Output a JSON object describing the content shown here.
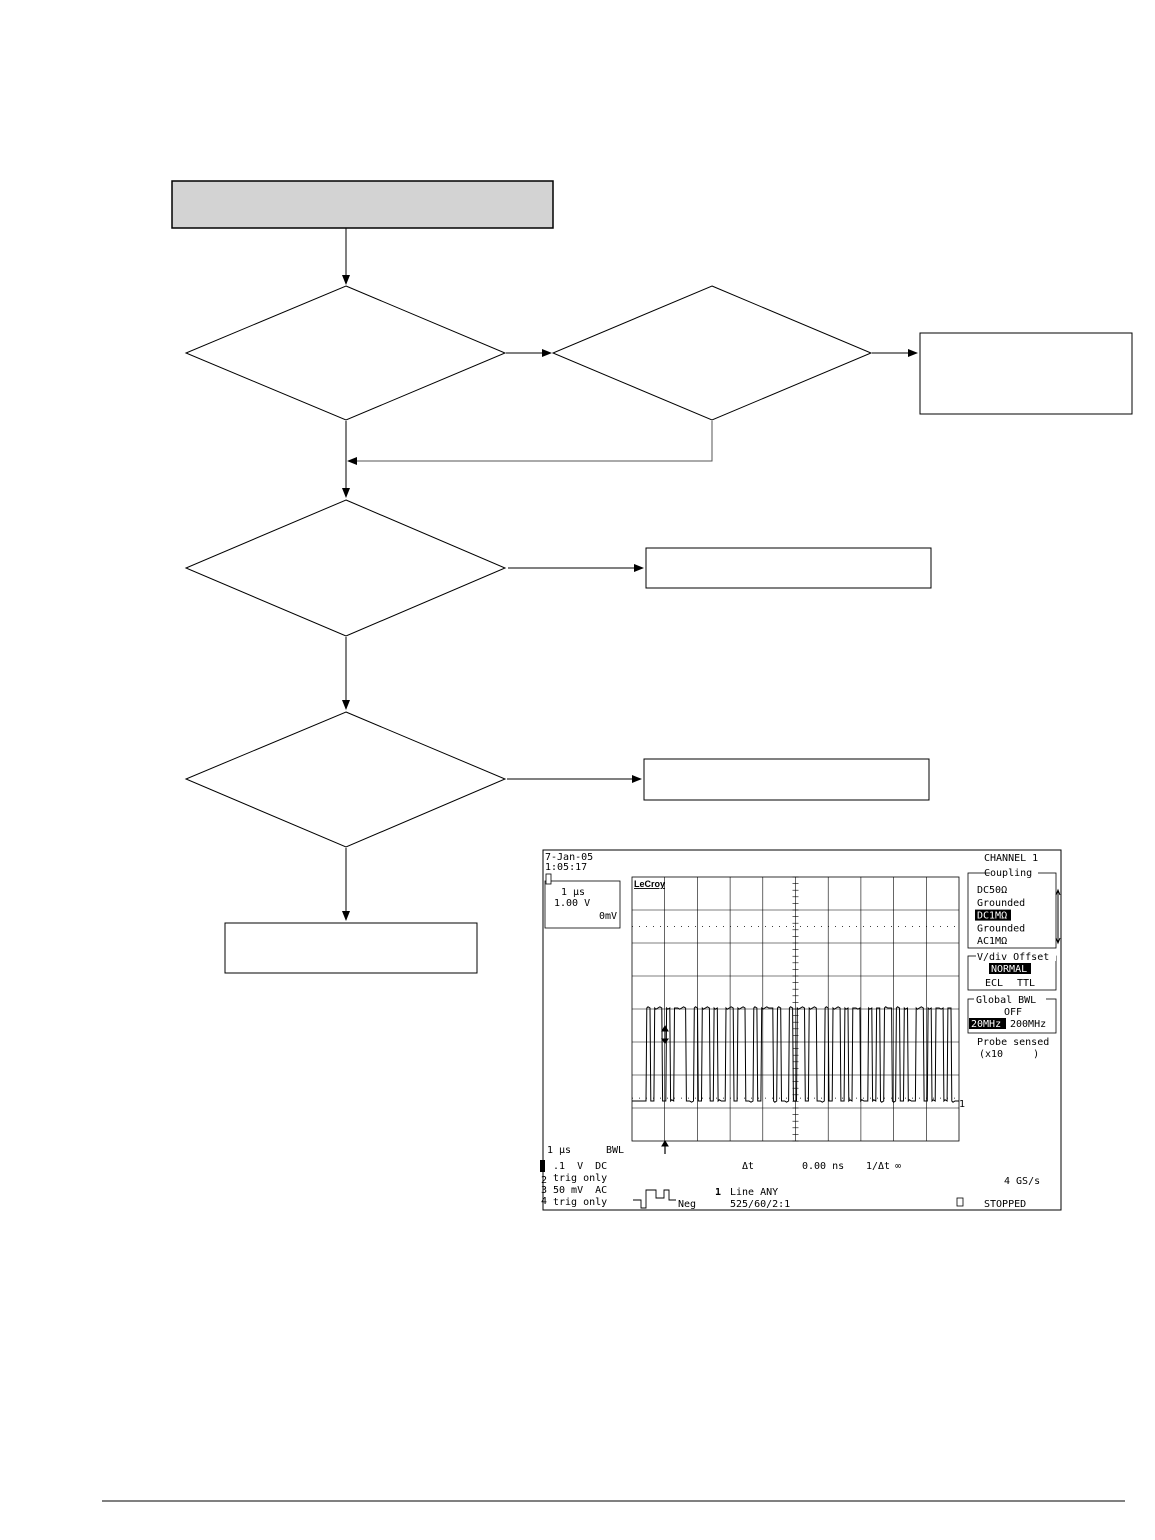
{
  "flowchart": {
    "start_box": "",
    "decisions": [
      "",
      "",
      "",
      ""
    ],
    "boxes": [
      "",
      "",
      "",
      ""
    ]
  },
  "scope": {
    "date": "7-Jan-05",
    "time": "1:05:17",
    "channel_title": "CHANNEL 1",
    "ch_info": [
      "1 µs",
      "1.00 V",
      "0mV"
    ],
    "brand": "LeCroy",
    "coupling_label": "Coupling",
    "coupling_options": [
      "DC50Ω",
      "Grounded",
      "DC1MΩ",
      "Grounded",
      "AC1MΩ"
    ],
    "coupling_selected_index": 2,
    "vdiv_label": "V/div Offset",
    "vdiv_selected": "NORMAL",
    "vdiv_options": [
      "ECL",
      "TTL"
    ],
    "bwl_label": "Global BWL",
    "bwl_off": "OFF",
    "bwl_selected": "20MHz",
    "bwl_other": "200MHz",
    "probe_line1": "Probe sensed",
    "probe_line2": "(x10     )",
    "timebase": "1 µs",
    "bwl_tag": "BWL",
    "ch1_line": ".1  V  DC",
    "ch1_trig": "trig only",
    "ch2_line": "50 mV  AC",
    "ch2_trig": "trig only",
    "delta_t_label": "Δt",
    "delta_t_value": "0.00 ns",
    "inv_label": "1/Δt",
    "inv_value": "∞",
    "sample_rate": "4 GS/s",
    "trigger_source": "Line ANY",
    "trigger_std": "525/60/2:1",
    "trigger_slope": "Neg",
    "trigger_ch": "1",
    "status": "STOPPED",
    "waveform_levels": [
      "high",
      "low"
    ],
    "bits": [
      1,
      0,
      1,
      1,
      0,
      1,
      0,
      1,
      1,
      1,
      0,
      0,
      1,
      0,
      1,
      1,
      0,
      1,
      0,
      0,
      1,
      1,
      0,
      1,
      1,
      0,
      0,
      1,
      0,
      1,
      1,
      1,
      0,
      1,
      0,
      0,
      1,
      0,
      1,
      1,
      0,
      1,
      1,
      0,
      0,
      1,
      0,
      1,
      1,
      0,
      1,
      0,
      1,
      1,
      0,
      0,
      1,
      0,
      1,
      0,
      1,
      1,
      0,
      1,
      0,
      1,
      0,
      0,
      1,
      1,
      0,
      1,
      0,
      1,
      1,
      0,
      1,
      0
    ]
  }
}
